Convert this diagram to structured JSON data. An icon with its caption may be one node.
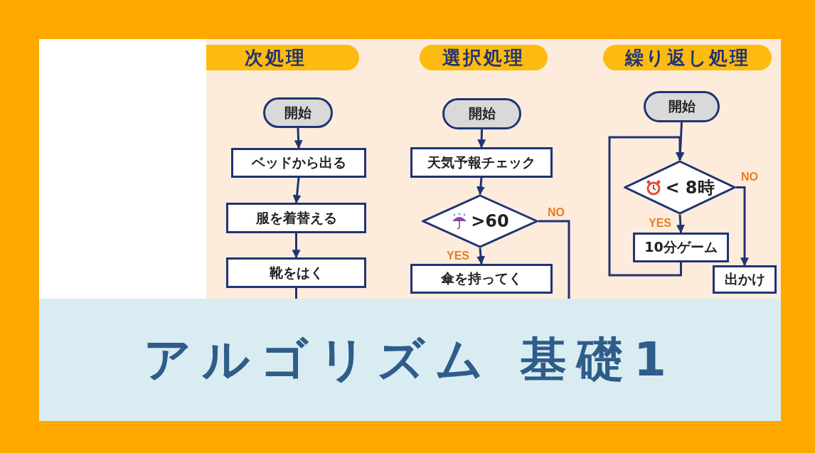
{
  "diagram": {
    "title": "アルゴリズム 基礎1",
    "nodes": [
      {
        "text": [
          "次処理"
        ]
      },
      {
        "text": [
          "開始"
        ]
      },
      {
        "text": [
          "ベッドから出る"
        ]
      },
      {
        "text": [
          "服を着替える"
        ]
      },
      {
        "text": [
          "靴をはく"
        ]
      },
      {
        "text": [
          "選択処理"
        ]
      },
      {
        "text": [
          "開始"
        ]
      },
      {
        "text": [
          "天気予報チェック"
        ]
      },
      {
        "text": [
          ">60"
        ]
      },
      {
        "text": [
          "傘を持ってく"
        ]
      },
      {
        "text": [
          "繰り返し処理"
        ]
      },
      {
        "text": [
          "開始"
        ]
      },
      {
        "text": [
          "< 8時"
        ]
      },
      {
        "text": [
          "10分ゲーム"
        ]
      },
      {
        "text": [
          "出かけ"
        ]
      }
    ],
    "edges": [
      {
        "from": 1,
        "to": 2,
        "arrow": "to"
      },
      {
        "from": 2,
        "to": 3,
        "arrow": "to"
      },
      {
        "from": 3,
        "to": 4,
        "arrow": "to"
      },
      {
        "from": 4,
        "to": null,
        "arrow": "none"
      },
      {
        "from": 6,
        "to": 7,
        "arrow": "to"
      },
      {
        "from": 7,
        "to": 8,
        "arrow": "to"
      },
      {
        "from": 8,
        "to": 9,
        "arrow": "to",
        "label": "YES"
      },
      {
        "from": 8,
        "to": null,
        "arrow": "none",
        "label": "NO"
      },
      {
        "from": 11,
        "to": 12,
        "arrow": "to"
      },
      {
        "from": 12,
        "to": 13,
        "arrow": "to",
        "label": "YES"
      },
      {
        "from": 13,
        "to": 12,
        "arrow": "to"
      },
      {
        "from": 12,
        "to": 14,
        "arrow": "to",
        "label": "NO"
      }
    ]
  }
}
